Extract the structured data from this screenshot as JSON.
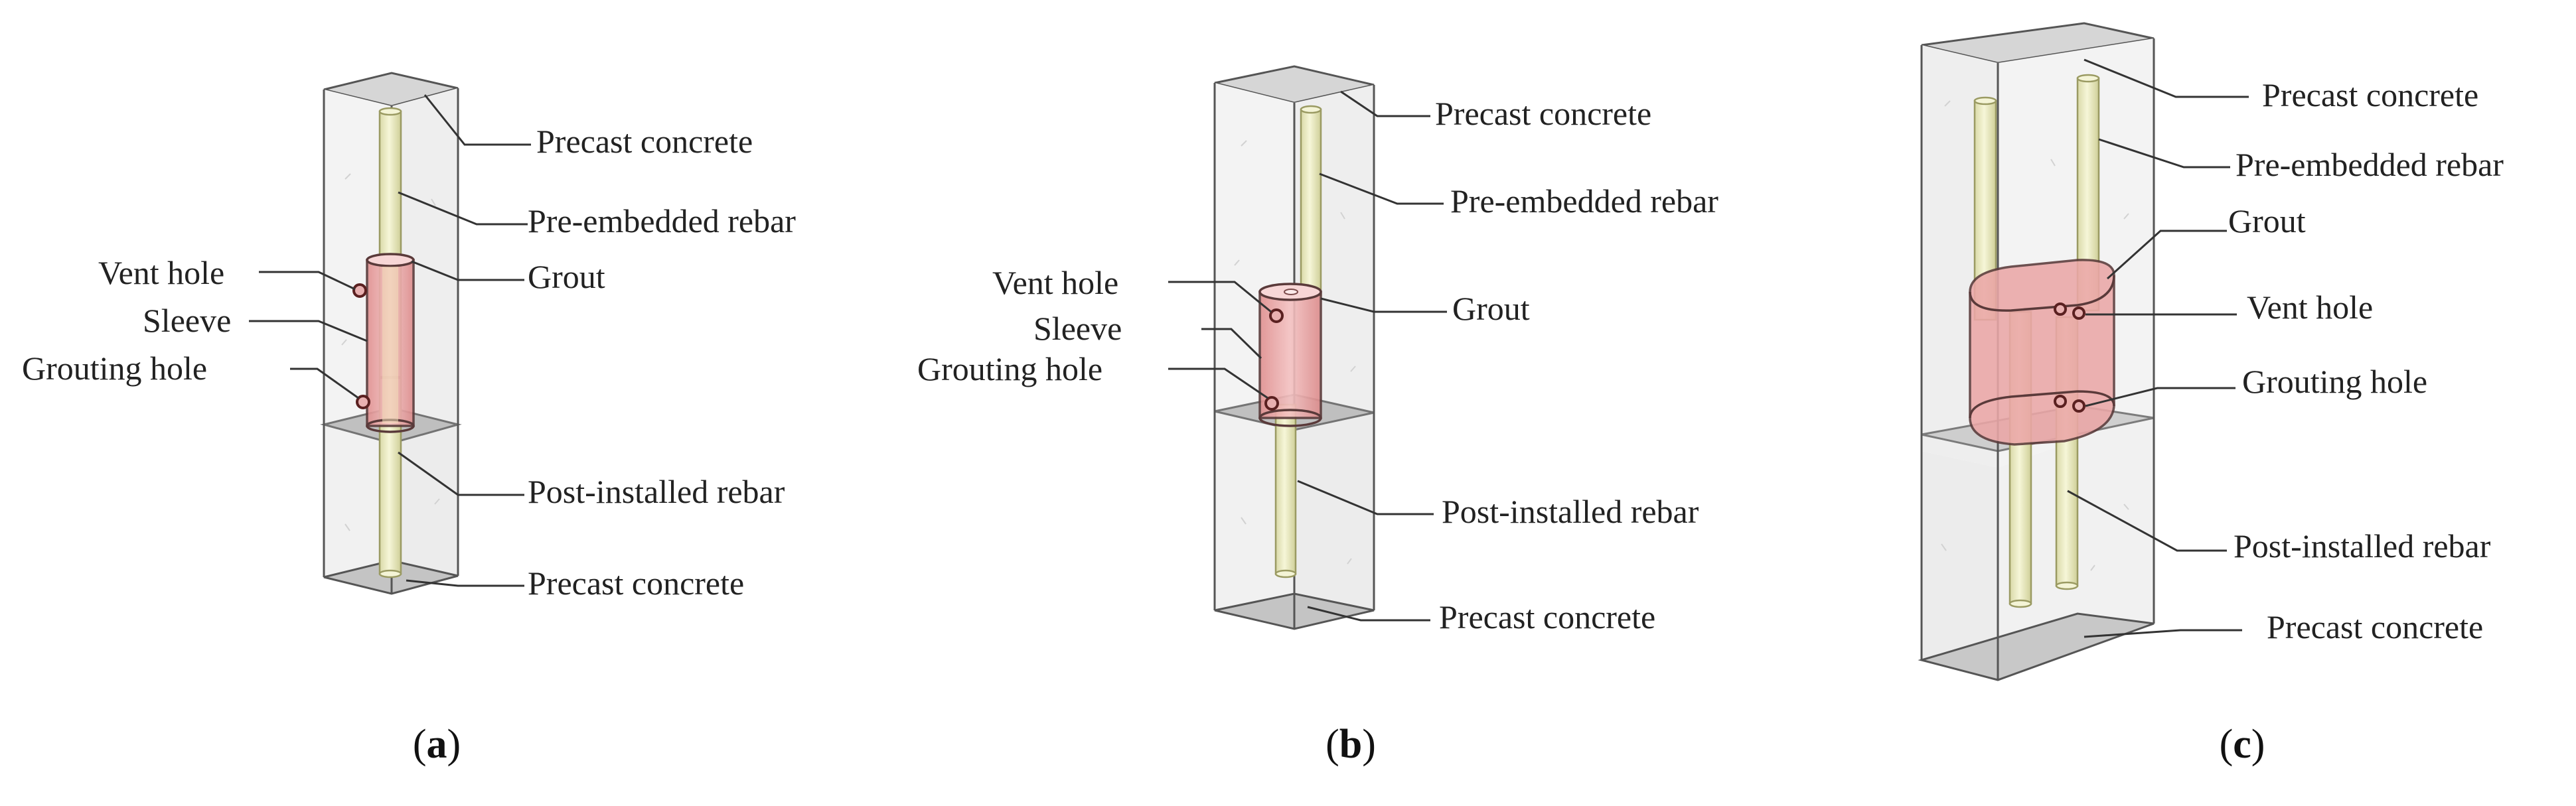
{
  "colors": {
    "concrete_fill": "#f2f2f2",
    "concrete_face": "#d6d6d6",
    "concrete_dark": "#b8b8b8",
    "rebar_fill": "#eeeec8",
    "rebar_edge": "#9a9a62",
    "sleeve_fill": "#eba7a7",
    "grout_fill": "#f4cccc",
    "label_text": "#222222",
    "leader_line": "#333333"
  },
  "panels": [
    {
      "id": "a",
      "caption_open": "(",
      "caption_letter": "a",
      "caption_close": ")",
      "labels": {
        "vent_hole": "Vent hole",
        "sleeve": "Sleeve",
        "grouting_hole": "Grouting hole",
        "precast_concrete_top": "Precast concrete",
        "pre_embedded_rebar": "Pre-embedded rebar",
        "grout": "Grout",
        "post_installed_rebar": "Post-installed rebar",
        "precast_concrete_bottom": "Precast concrete"
      }
    },
    {
      "id": "b",
      "caption_open": "(",
      "caption_letter": "b",
      "caption_close": ")",
      "labels": {
        "vent_hole": "Vent hole",
        "sleeve": "Sleeve",
        "grouting_hole": "Grouting hole",
        "precast_concrete_top": "Precast concrete",
        "pre_embedded_rebar": "Pre-embedded rebar",
        "grout": "Grout",
        "post_installed_rebar": "Post-installed rebar",
        "precast_concrete_bottom": "Precast concrete"
      }
    },
    {
      "id": "c",
      "caption_open": "(",
      "caption_letter": "c",
      "caption_close": ")",
      "labels": {
        "precast_concrete_top": "Precast concrete",
        "pre_embedded_rebar": "Pre-embedded rebar",
        "grout": "Grout",
        "vent_hole": "Vent hole",
        "grouting_hole": "Grouting hole",
        "post_installed_rebar": "Post-installed rebar",
        "precast_concrete_bottom": "Precast concrete"
      }
    }
  ]
}
